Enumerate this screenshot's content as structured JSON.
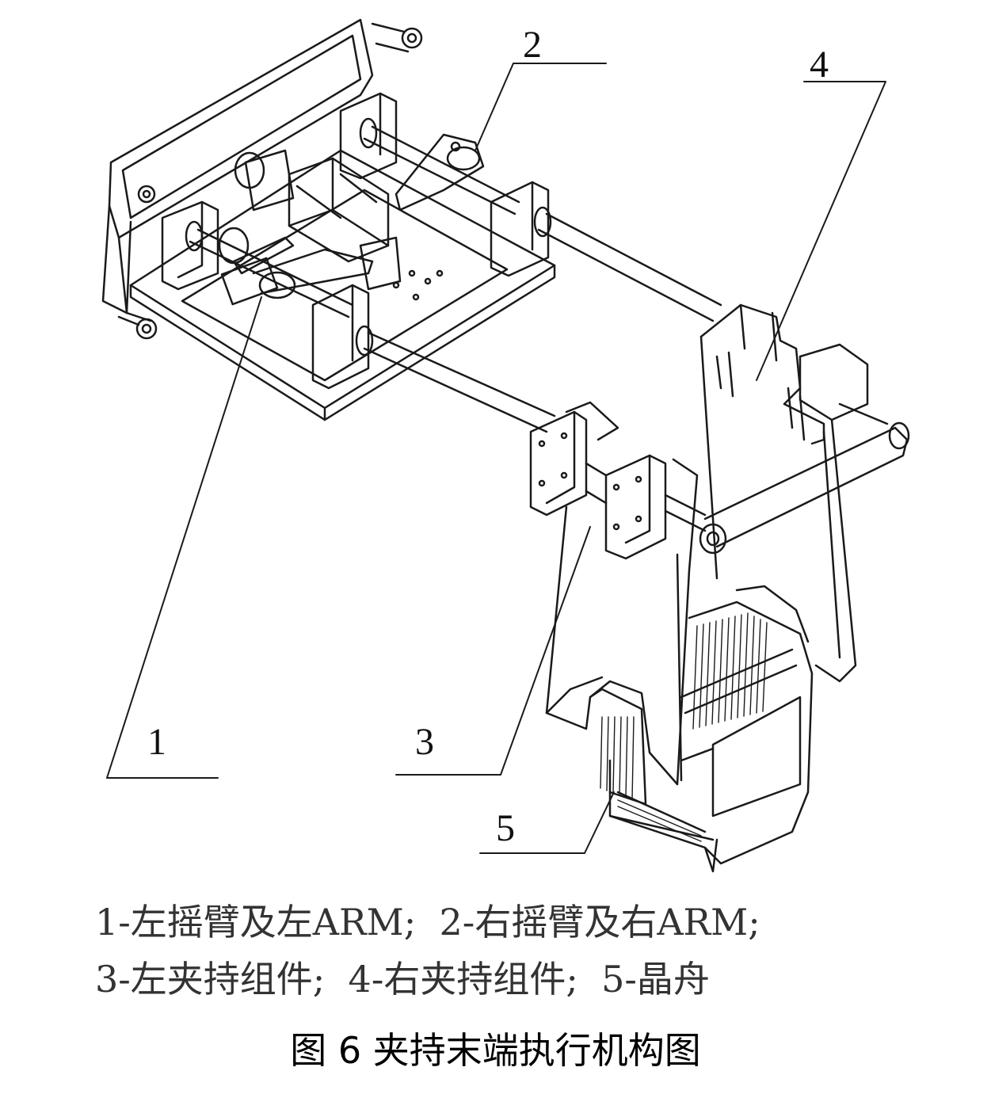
{
  "callouts": [
    "1",
    "2",
    "3",
    "4",
    "5"
  ],
  "legend": {
    "line1": "1-左摇臂及左ARM;  2-右摇臂及右ARM;",
    "line2": "3-左夹持组件;  4-右夹持组件;  5-晶舟"
  },
  "figure_title": "图 6   夹持末端执行机构图",
  "colors": {
    "line": "#1a1a1a",
    "text": "#333333"
  }
}
